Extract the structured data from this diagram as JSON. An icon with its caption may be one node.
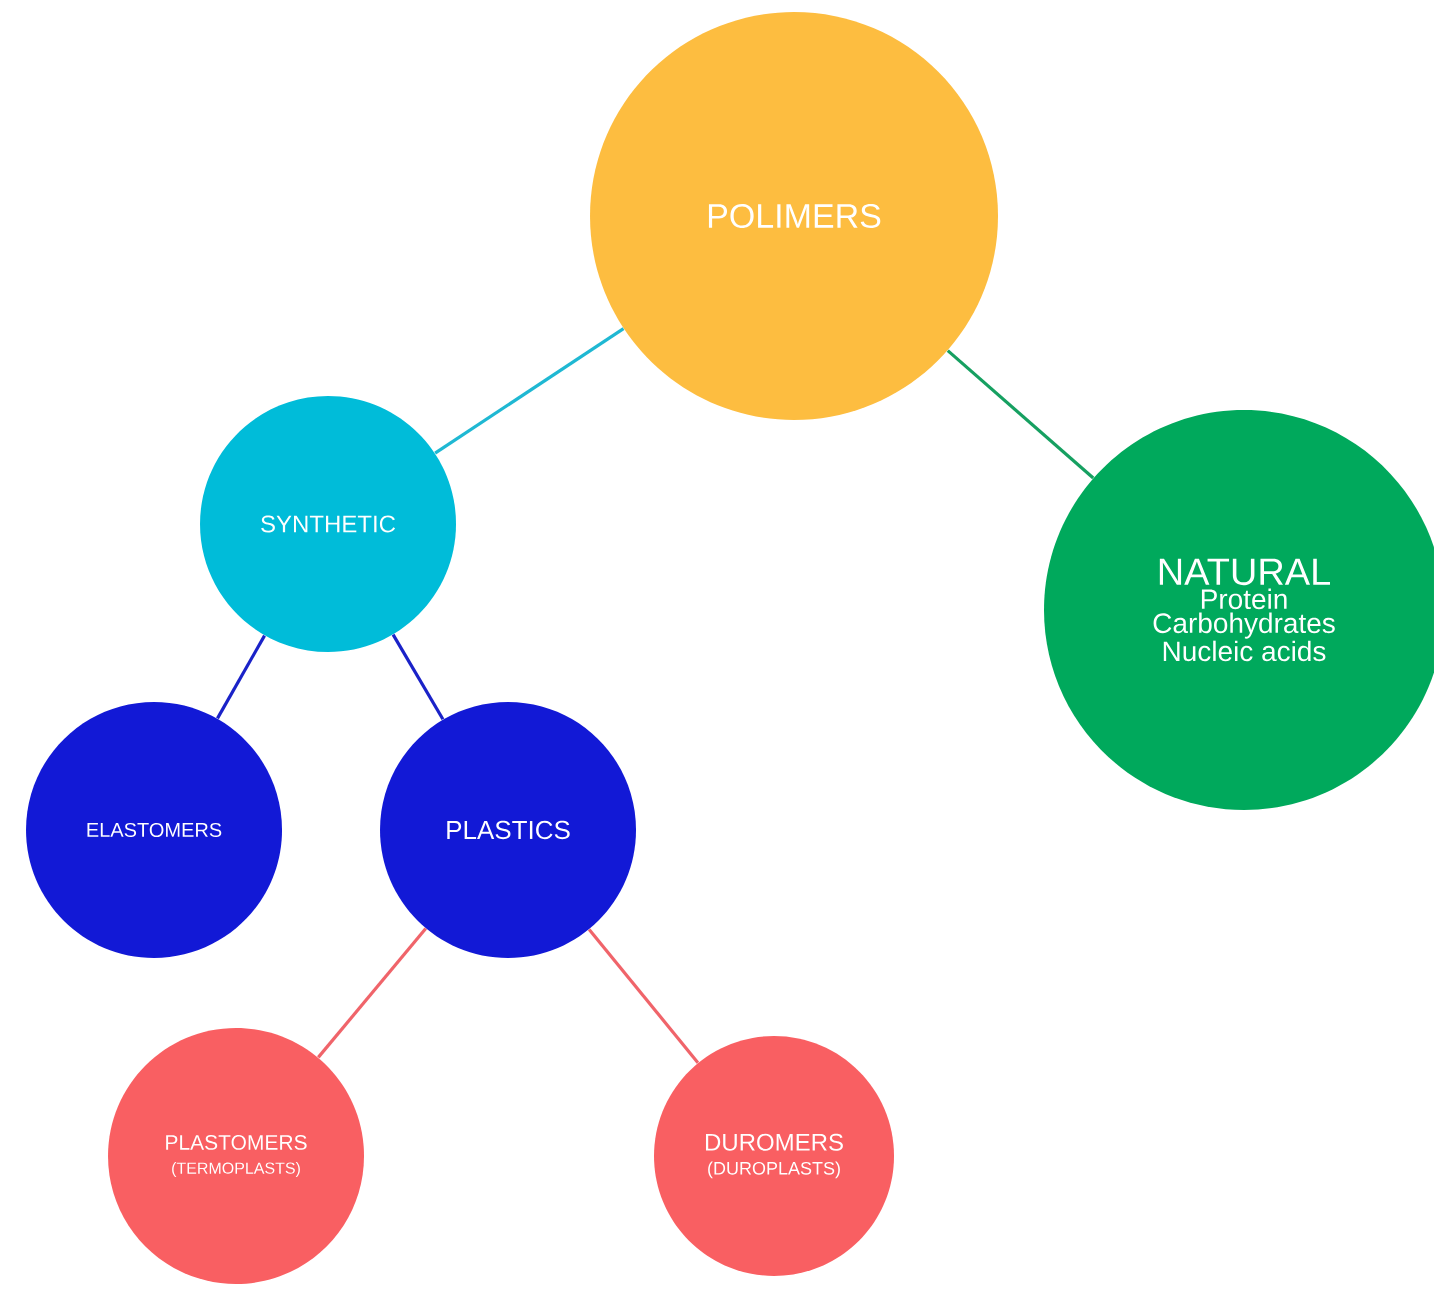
{
  "diagram": {
    "nodes": [
      {
        "text": [
          "POLIMERS"
        ]
      },
      {
        "text": [
          "SYNTHETIC"
        ]
      },
      {
        "text": [
          "NATURAL",
          "Protein",
          "Carbohydrates",
          "Nucleic acids"
        ]
      },
      {
        "text": [
          "ELASTOMERS"
        ]
      },
      {
        "text": [
          "PLASTICS"
        ]
      },
      {
        "text": [
          "PLASTOMERS",
          "(TERMOPLASTS)"
        ]
      },
      {
        "text": [
          "DUROMERS",
          "(DUROPLASTS)"
        ]
      }
    ],
    "edges": [
      {
        "from": 0,
        "to": 1,
        "arrow": "none",
        "color": "#1fb8d3"
      },
      {
        "from": 0,
        "to": 2,
        "arrow": "none",
        "color": "#16a061"
      },
      {
        "from": 1,
        "to": 3,
        "arrow": "none",
        "color": "#1a22c8"
      },
      {
        "from": 1,
        "to": 4,
        "arrow": "none",
        "color": "#1a22c8"
      },
      {
        "from": 4,
        "to": 5,
        "arrow": "none",
        "color": "#f0646a"
      },
      {
        "from": 4,
        "to": 6,
        "arrow": "none",
        "color": "#f0646a"
      }
    ]
  }
}
